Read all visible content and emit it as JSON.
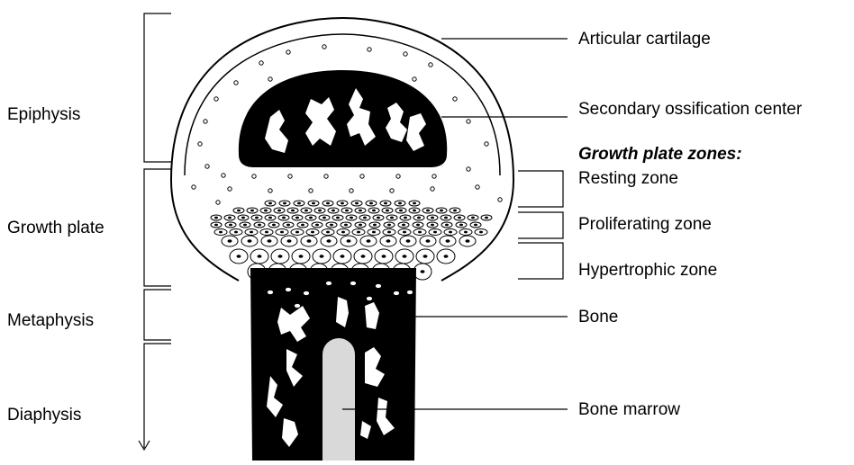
{
  "left_labels": {
    "epiphysis": "Epiphysis",
    "growth_plate": "Growth plate",
    "metaphysis": "Metaphysis",
    "diaphysis": "Diaphysis"
  },
  "right_labels": {
    "articular_cartilage": "Articular cartilage",
    "secondary_ossification_center": "Secondary ossification center",
    "zones_heading": "Growth plate zones:",
    "resting_zone": "Resting zone",
    "proliferating_zone": "Proliferating zone",
    "hypertrophic_zone": "Hypertrophic zone",
    "bone": "Bone",
    "bone_marrow": "Bone marrow"
  },
  "colors": {
    "ink": "#000000",
    "marrow": "#d9d9d9",
    "background": "#ffffff"
  }
}
